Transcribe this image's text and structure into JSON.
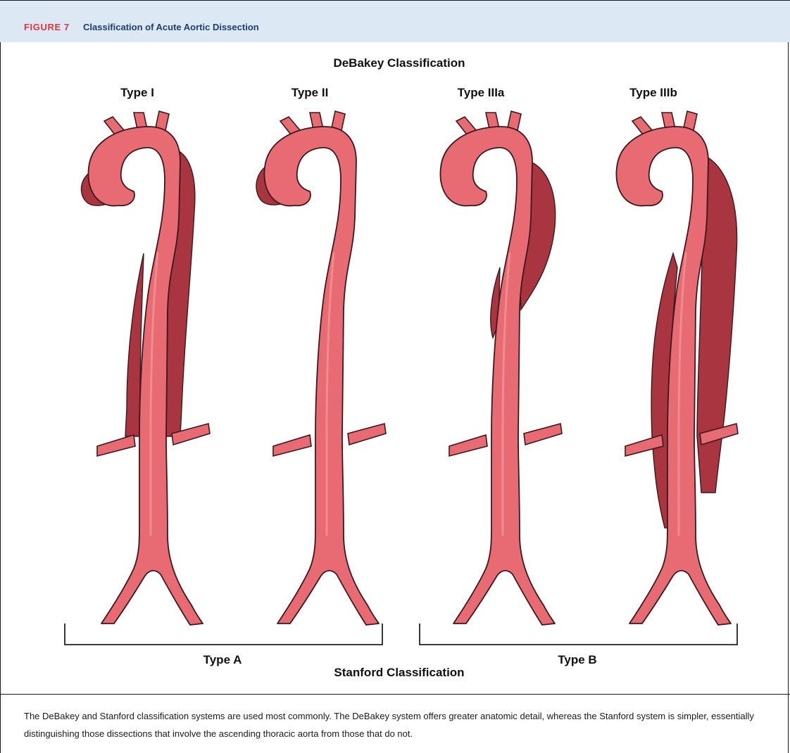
{
  "figure": {
    "label": "FIGURE 7",
    "title": "Classification of Acute Aortic Dissection"
  },
  "diagram": {
    "top_title": "DeBakey Classification",
    "types": [
      {
        "label": "Type I",
        "extent": "ascending-arch-descending"
      },
      {
        "label": "Type II",
        "extent": "ascending-only"
      },
      {
        "label": "Type IIIa",
        "extent": "descending-thoracic"
      },
      {
        "label": "Type IIIb",
        "extent": "descending-thoracic-abdominal"
      }
    ],
    "brackets": [
      {
        "label": "Type A"
      },
      {
        "label": "Type B"
      }
    ],
    "bottom_title": "Stanford Classification",
    "colors": {
      "lumen": "#e86a72",
      "false_lumen": "#a8353f",
      "outline": "#3a1a1e"
    }
  },
  "caption": "The DeBakey and Stanford classification systems are used most commonly. The DeBakey system offers greater anatomic detail, whereas the Stanford system is simpler, essentially distinguishing those dissections that involve the ascending thoracic aorta from those that do not."
}
